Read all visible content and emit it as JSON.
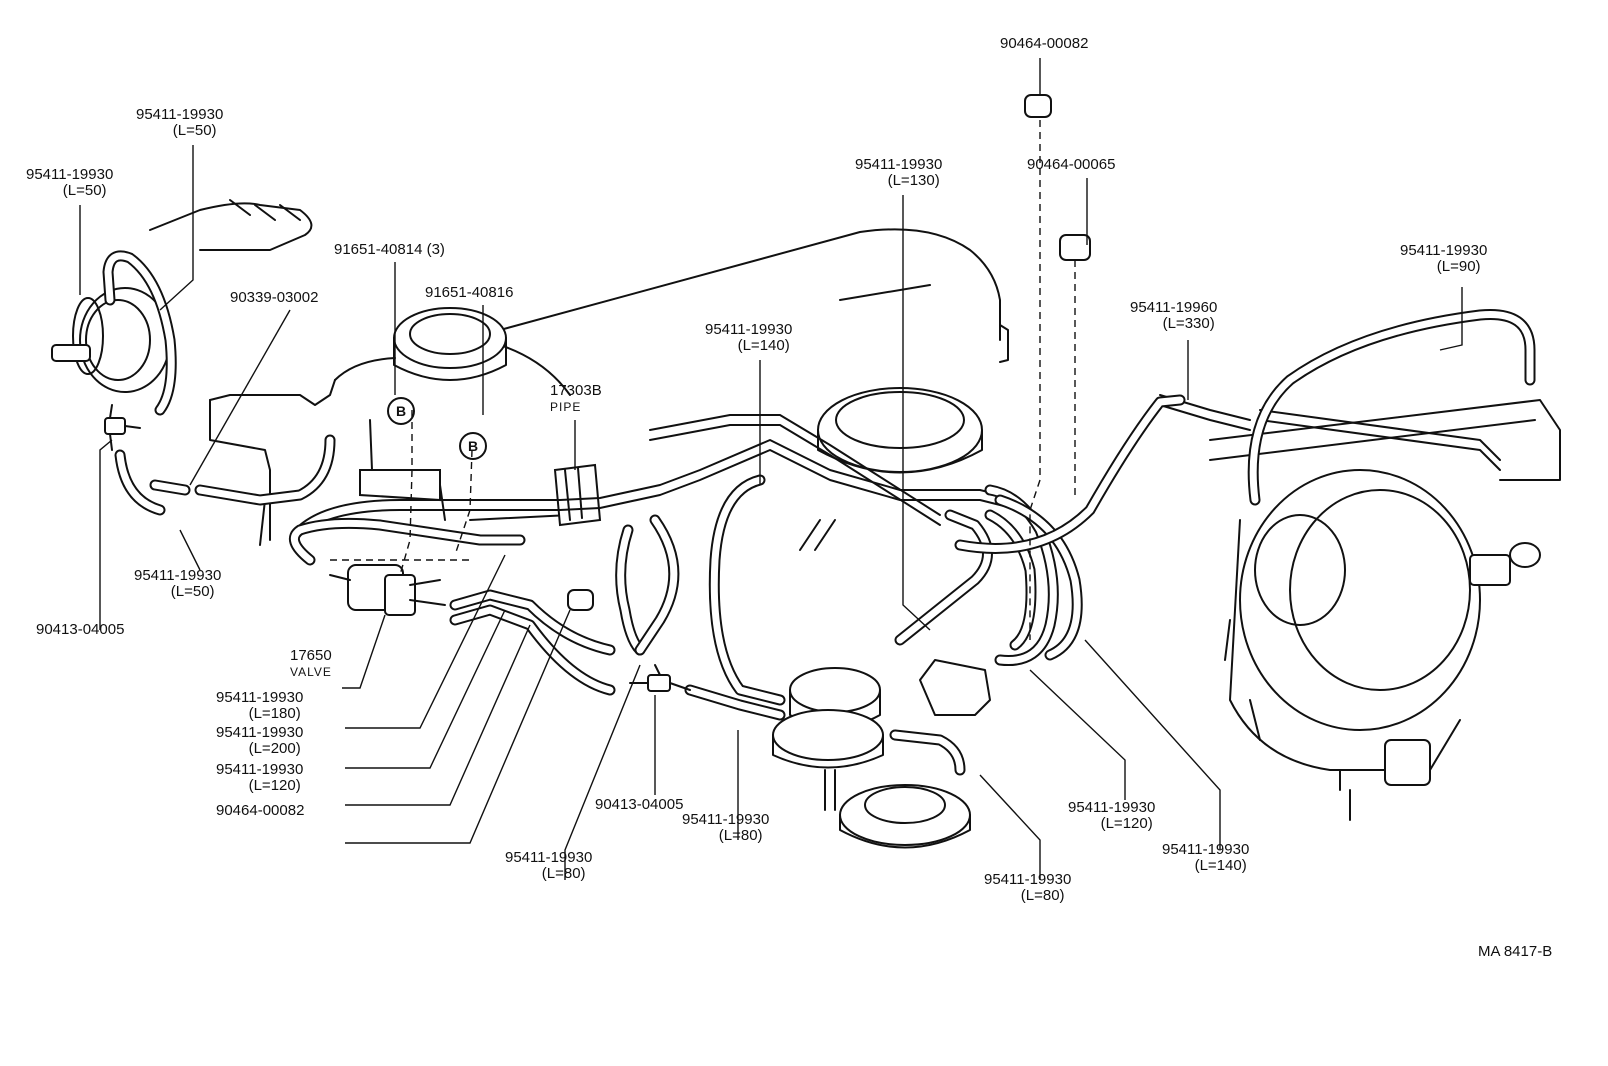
{
  "diagram": {
    "drawing_code": "MA  8417-B",
    "callout_marker": "B",
    "labels": [
      {
        "id": "l1",
        "part": "95411-19930",
        "length": "(L=50)"
      },
      {
        "id": "l2",
        "part": "95411-19930",
        "length": "(L=50)"
      },
      {
        "id": "l3",
        "part": "91651-40814 (3)",
        "length": ""
      },
      {
        "id": "l4",
        "part": "90339-03002",
        "length": ""
      },
      {
        "id": "l5",
        "part": "91651-40816",
        "length": ""
      },
      {
        "id": "l6",
        "part": "17303B",
        "length": "",
        "note": "PIPE"
      },
      {
        "id": "l7",
        "part": "95411-19930",
        "length": "(L=140)"
      },
      {
        "id": "l8",
        "part": "90464-00082",
        "length": ""
      },
      {
        "id": "l9",
        "part": "95411-19930",
        "length": "(L=130)"
      },
      {
        "id": "l10",
        "part": "90464-00065",
        "length": ""
      },
      {
        "id": "l11",
        "part": "95411-19930",
        "length": "(L=90)"
      },
      {
        "id": "l12",
        "part": "95411-19960",
        "length": "(L=330)"
      },
      {
        "id": "l13",
        "part": "95411-19930",
        "length": "(L=50)"
      },
      {
        "id": "l14",
        "part": "90413-04005",
        "length": ""
      },
      {
        "id": "l15",
        "part": "17650",
        "length": "",
        "note": "VALVE"
      },
      {
        "id": "l16",
        "part": "95411-19930",
        "length": "(L=180)"
      },
      {
        "id": "l17",
        "part": "95411-19930",
        "length": "(L=200)"
      },
      {
        "id": "l18",
        "part": "95411-19930",
        "length": "(L=120)"
      },
      {
        "id": "l19",
        "part": "90464-00082",
        "length": ""
      },
      {
        "id": "l20",
        "part": "95411-19930",
        "length": "(L=80)"
      },
      {
        "id": "l21",
        "part": "90413-04005",
        "length": ""
      },
      {
        "id": "l22",
        "part": "95411-19930",
        "length": "(L=80)"
      },
      {
        "id": "l23",
        "part": "95411-19930",
        "length": "(L=80)"
      },
      {
        "id": "l24",
        "part": "95411-19930",
        "length": "(L=120)"
      },
      {
        "id": "l25",
        "part": "95411-19930",
        "length": "(L=140)"
      }
    ]
  }
}
